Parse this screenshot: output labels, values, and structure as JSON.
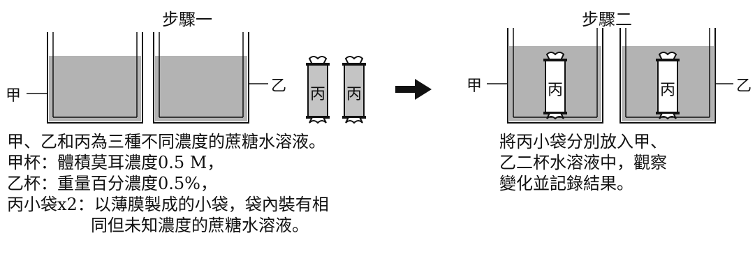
{
  "step1": {
    "title": "步驟一",
    "beaker_left_label": "甲",
    "beaker_right_label": "乙",
    "bag_label": "丙",
    "description": [
      "甲、乙和丙為三種不同濃度的蔗糖水溶液。",
      "甲杯：體積莫耳濃度0.5 M，",
      "乙杯：重量百分濃度0.5%，",
      "丙小袋x2：以薄膜製成的小袋，袋內裝有相",
      "　　　　　同但未知濃度的蔗糖水溶液。"
    ]
  },
  "step2": {
    "title": "步驟二",
    "beaker_left_label": "甲",
    "beaker_right_label": "乙",
    "bag_label": "丙",
    "description": [
      "將丙小袋分別放入甲、",
      "乙二杯水溶液中，觀察",
      "變化並記錄結果。"
    ]
  },
  "colors": {
    "solution": "#b3b3b3",
    "bag": "#c4c4c4",
    "line": "#111111"
  }
}
